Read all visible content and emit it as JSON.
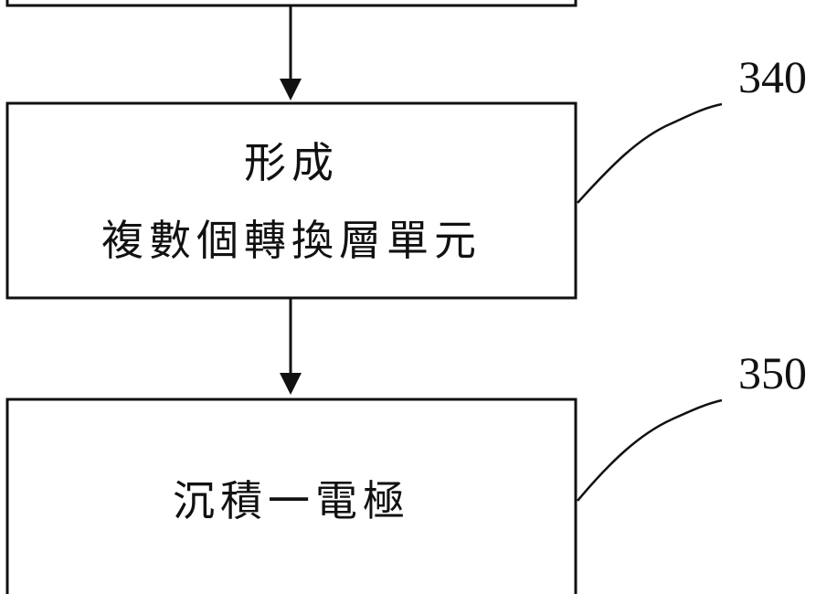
{
  "steps": [
    {
      "ref": "340",
      "line1": "形成",
      "line2": "複數個轉換層單元"
    },
    {
      "ref": "350",
      "label": "沉積一電極"
    }
  ]
}
